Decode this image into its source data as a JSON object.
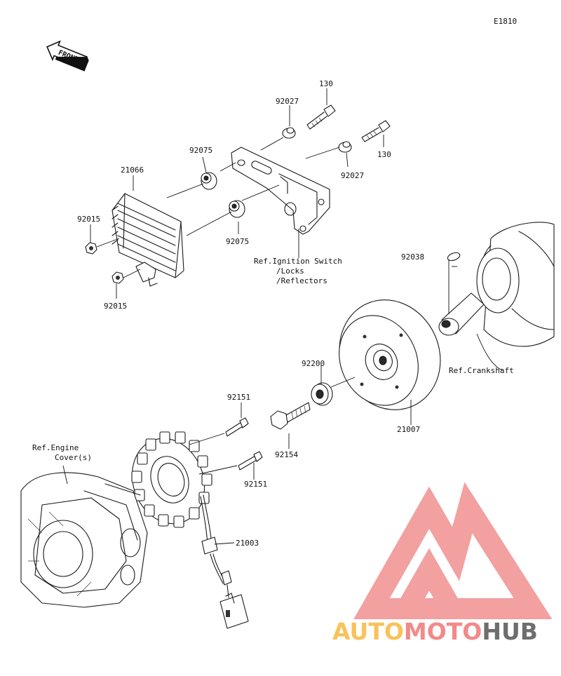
{
  "diagram_code": "E1810",
  "front_label": "FRONT",
  "parts": {
    "p130_top": "130",
    "p92027_top": "92027",
    "p130_right": "130",
    "p92027_right": "92027",
    "p92075_top": "92075",
    "p21066": "21066",
    "p92015_top": "92015",
    "p92075_bottom": "92075",
    "p92015_bottom": "92015",
    "p92038": "92038",
    "p92200": "92200",
    "p21007": "21007",
    "p92151_top": "92151",
    "p92154": "92154",
    "p92151_bottom": "92151",
    "p21003": "21003"
  },
  "references": {
    "ignition_line1": "Ref.Ignition Switch",
    "ignition_line2": "/Locks",
    "ignition_line3": "/Reflectors",
    "crankshaft": "Ref.Crankshaft",
    "engine_cover_line1": "Ref.Engine",
    "engine_cover_line2": "Cover(s)"
  },
  "watermark": {
    "text_part1": "AUTO",
    "text_part2": "MOTO",
    "text_part3": "HUB",
    "color_auto": "#f9c25a",
    "color_moto": "#f28a8a",
    "color_hub": "#6e6e6e"
  }
}
